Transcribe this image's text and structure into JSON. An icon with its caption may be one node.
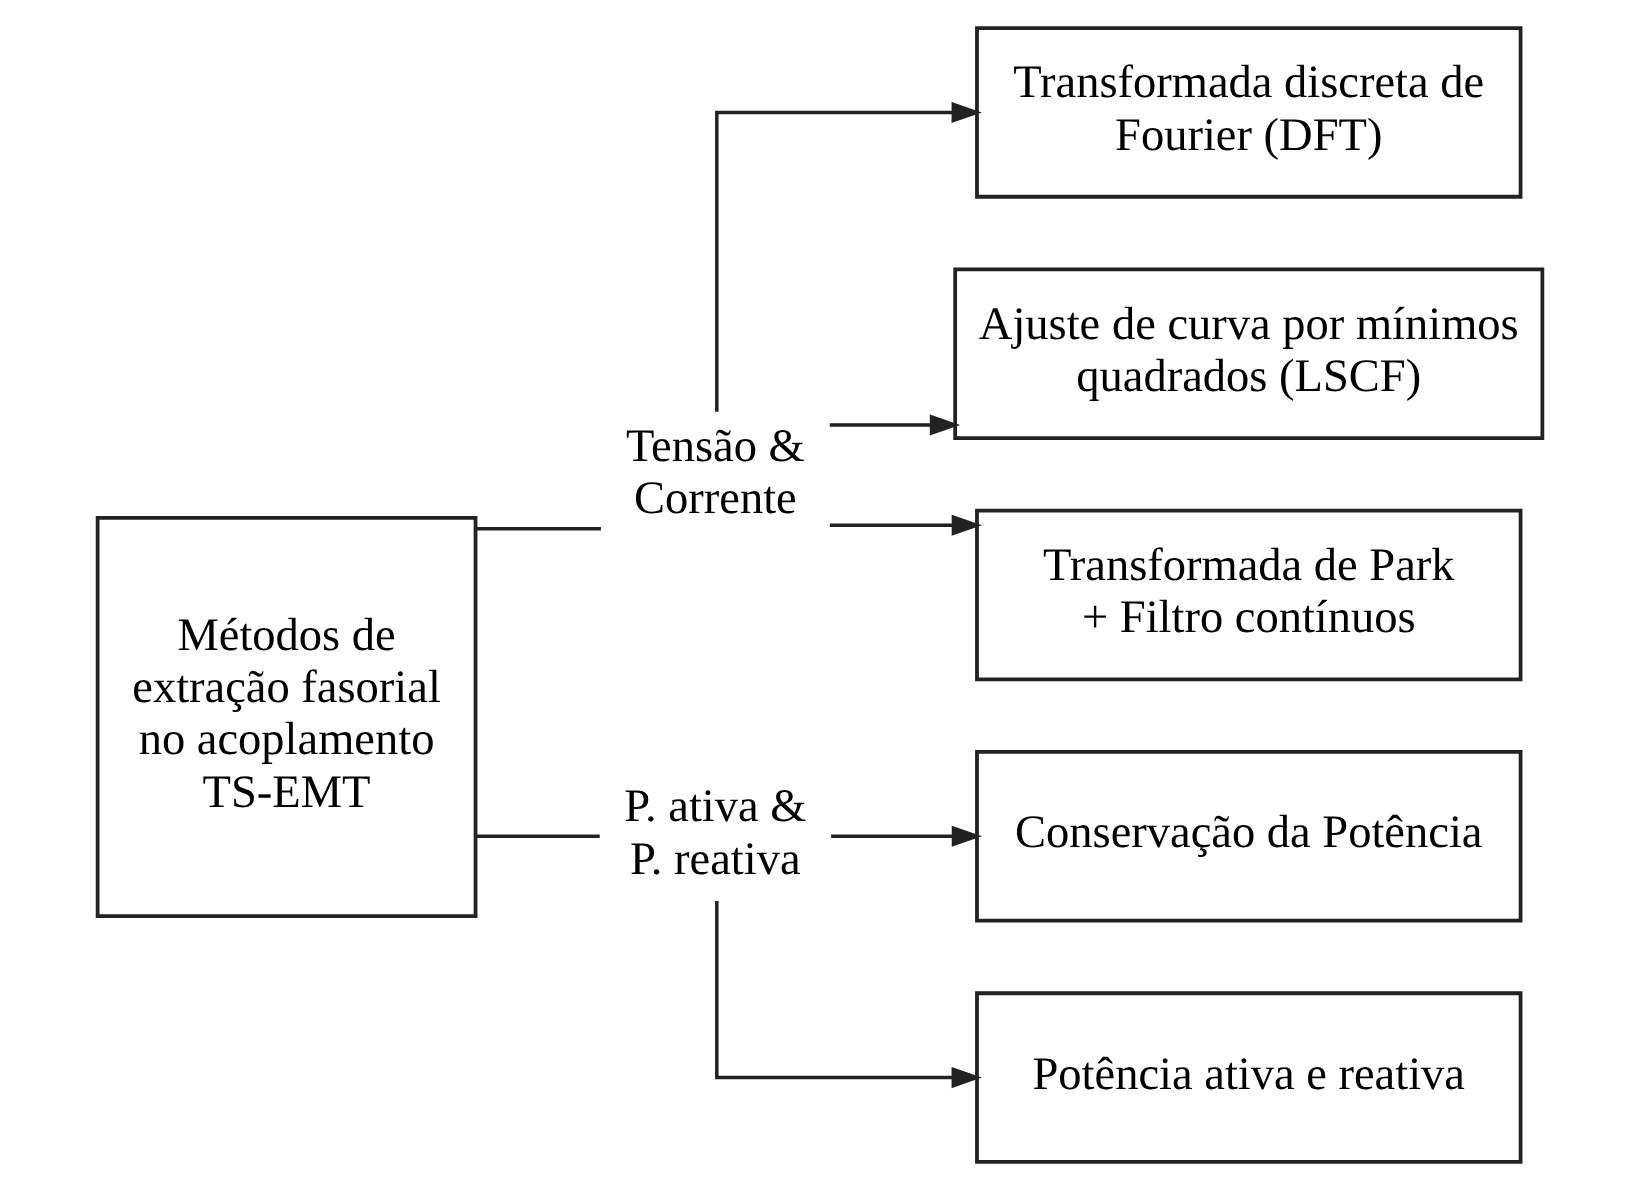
{
  "diagram": {
    "nodes": [
      {
        "text": [
          "Métodos de extração fasorial no acoplamento TS-EMT"
        ]
      },
      {
        "text": [
          "Tensão & Corrente"
        ]
      },
      {
        "text": [
          "Transformada discreta de Fourier (DFT)"
        ]
      },
      {
        "text": [
          "Ajuste de curva por mínimos quadrados (LSCF)"
        ]
      },
      {
        "text": [
          "Transformada de Park + Filtro contínuos"
        ]
      },
      {
        "text": [
          "P. ativa & P. reativa"
        ]
      },
      {
        "text": [
          "Conservação da Potência"
        ]
      },
      {
        "text": [
          "Potência ativa e reativa"
        ]
      }
    ],
    "edges": [
      {
        "from": 0,
        "to": 1,
        "arrow": "none"
      },
      {
        "from": 1,
        "to": 2,
        "arrow": "to"
      },
      {
        "from": 1,
        "to": 3,
        "arrow": "to"
      },
      {
        "from": 1,
        "to": 4,
        "arrow": "to"
      },
      {
        "from": 0,
        "to": 5,
        "arrow": "none"
      },
      {
        "from": 5,
        "to": 6,
        "arrow": "to"
      },
      {
        "from": 5,
        "to": 7,
        "arrow": "to"
      }
    ]
  }
}
